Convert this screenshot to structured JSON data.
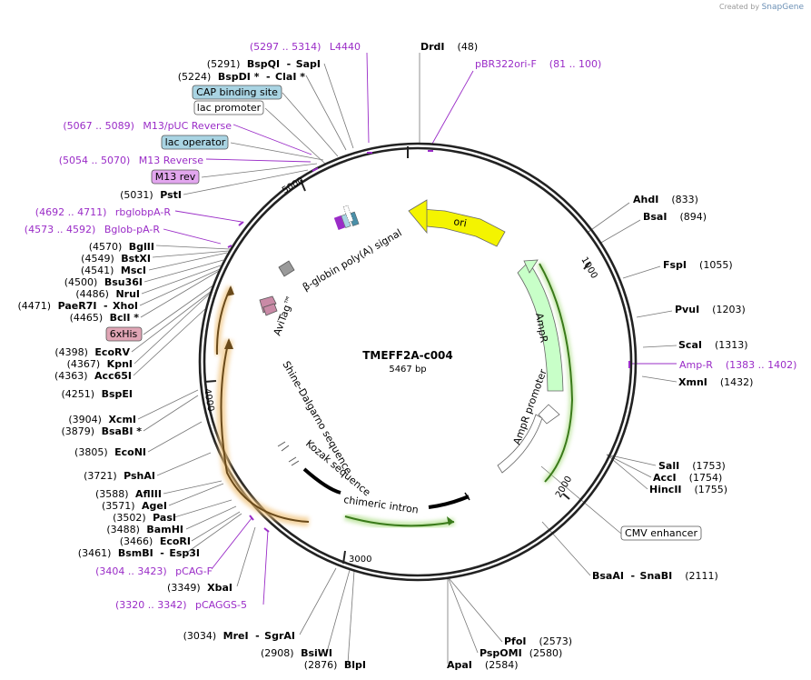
{
  "credit": {
    "created_by": "Created by",
    "brand": "SnapGene"
  },
  "plasmid": {
    "name": "TMEFF2A-c004",
    "size": "5467 bp"
  },
  "ticks": [
    "1000",
    "2000",
    "3000",
    "4000",
    "5000"
  ],
  "features": {
    "ori": "ori",
    "ampr": "AmpR",
    "ampr_promoter": "AmpR promoter",
    "chimeric_intron": "chimeric intron",
    "kozak": "Kozak sequence",
    "shine": "Shine-Dalgarno sequence",
    "avitag": "AviTag™",
    "bglobin": "β-globin poly(A) signal",
    "cmv_enhancer": "CMV enhancer",
    "sixhis": "6xHis",
    "cap": "CAP binding site",
    "lac_promoter": "lac promoter",
    "lac_operator": "lac operator",
    "m13rev": "M13 rev"
  },
  "left_labels": [
    {
      "pos": "(5291)",
      "name": "BspQI",
      "sep": "-",
      "name2": "SapI"
    },
    {
      "pos": "(5224)",
      "name": "BspDI *",
      "sep": "-",
      "name2": "ClaI *"
    },
    {
      "pos": "(5031)",
      "name": "PstI"
    },
    {
      "pos": "(4570)",
      "name": "BglII"
    },
    {
      "pos": "(4549)",
      "name": "BstXI"
    },
    {
      "pos": "(4541)",
      "name": "MscI"
    },
    {
      "pos": "(4500)",
      "name": "Bsu36I"
    },
    {
      "pos": "(4486)",
      "name": "NruI"
    },
    {
      "pos": "(4471)",
      "name": "PaeR7I",
      "sep": "-",
      "name2": "XhoI"
    },
    {
      "pos": "(4465)",
      "name": "BclI *"
    },
    {
      "pos": "(4398)",
      "name": "EcoRV"
    },
    {
      "pos": "(4367)",
      "name": "KpnI"
    },
    {
      "pos": "(4363)",
      "name": "Acc65I"
    },
    {
      "pos": "(4251)",
      "name": "BspEI"
    },
    {
      "pos": "(3904)",
      "name": "XcmI"
    },
    {
      "pos": "(3879)",
      "name": "BsaBI *"
    },
    {
      "pos": "(3805)",
      "name": "EcoNI"
    },
    {
      "pos": "(3721)",
      "name": "PshAI"
    },
    {
      "pos": "(3588)",
      "name": "AflIII"
    },
    {
      "pos": "(3571)",
      "name": "AgeI"
    },
    {
      "pos": "(3502)",
      "name": "PasI"
    },
    {
      "pos": "(3488)",
      "name": "BamHI"
    },
    {
      "pos": "(3466)",
      "name": "EcoRI"
    },
    {
      "pos": "(3461)",
      "name": "BsmBI",
      "sep": "-",
      "name2": "Esp3I"
    },
    {
      "pos": "(3349)",
      "name": "XbaI"
    },
    {
      "pos": "(3034)",
      "name": "MreI",
      "sep": "-",
      "name2": "SgrAI"
    },
    {
      "pos": "(2908)",
      "name": "BsiWI"
    },
    {
      "pos": "(2876)",
      "name": "BlpI"
    }
  ],
  "right_labels": [
    {
      "name": "DrdI",
      "pos": "(48)"
    },
    {
      "name": "AhdI",
      "pos": "(833)"
    },
    {
      "name": "BsaI",
      "pos": "(894)"
    },
    {
      "name": "FspI",
      "pos": "(1055)"
    },
    {
      "name": "PvuI",
      "pos": "(1203)"
    },
    {
      "name": "ScaI",
      "pos": "(1313)"
    },
    {
      "name": "XmnI",
      "pos": "(1432)"
    },
    {
      "name": "SalI",
      "pos": "(1753)"
    },
    {
      "name": "AccI",
      "pos": "(1754)"
    },
    {
      "name": "HincII",
      "pos": "(1755)"
    },
    {
      "name": "BsaAI",
      "sep": "-",
      "name2": "SnaBI",
      "pos": "(2111)"
    },
    {
      "name": "PfoI",
      "pos": "(2573)"
    },
    {
      "name": "PspOMI",
      "pos": "(2580)"
    },
    {
      "name": "ApaI",
      "pos": "(2584)"
    }
  ],
  "primers": [
    {
      "range": "(5297 .. 5314)",
      "name": "L4440"
    },
    {
      "range": "(81 .. 100)",
      "name": "pBR322ori-F"
    },
    {
      "range": "(5067 .. 5089)",
      "name": "M13/pUC Reverse"
    },
    {
      "range": "(5054 .. 5070)",
      "name": "M13 Reverse"
    },
    {
      "range": "(4692 .. 4711)",
      "name": "rbglobpA-R"
    },
    {
      "range": "(4573 .. 4592)",
      "name": "Bglob-pA-R"
    },
    {
      "range": "(1383 .. 1402)",
      "name": "Amp-R"
    },
    {
      "range": "(3404 .. 3423)",
      "name": "pCAG-F"
    },
    {
      "range": "(3320 .. 3342)",
      "name": "pCAGGS-5"
    }
  ],
  "colors": {
    "primer": "#9a2cc7",
    "ori": "#f4f400",
    "ampr": "#c8ffc8",
    "intron_glow": "#9ad66a",
    "orf_glow": "#f0c27a",
    "cap_box": "#a9d4e3",
    "m13rev_box": "#e2a6ee",
    "his_box": "#e0a5b5"
  }
}
